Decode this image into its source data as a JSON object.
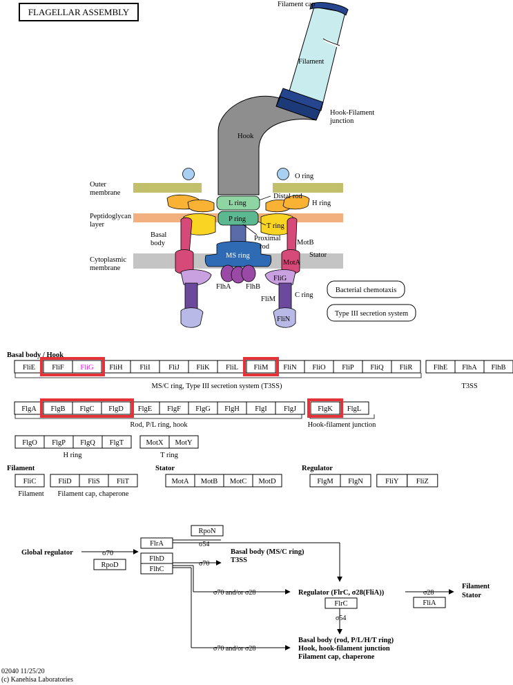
{
  "title": "FLAGELLAR ASSEMBLY",
  "structure_labels": {
    "filament_cap": "Filament cap",
    "filament": "Filament",
    "hook_filament_junction_1": "Hook-Filament",
    "hook_filament_junction_2": "junction",
    "hook": "Hook",
    "o_ring": "O ring",
    "outer_membrane_1": "Outer",
    "outer_membrane_2": "membrane",
    "distal_rod": "Distal rod",
    "h_ring": "H ring",
    "l_ring": "L ring",
    "peptidoglycan_1": "Peptidoglycan",
    "peptidoglycan_2": "layer",
    "p_ring": "P ring",
    "t_ring": "T ring",
    "basal_body_1": "Basal",
    "basal_body_2": "body",
    "proximal_rod_1": "Proximal",
    "proximal_rod_2": "rod",
    "motb": "MotB",
    "stator": "Stator",
    "cytoplasmic_1": "Cytoplasmic",
    "cytoplasmic_2": "membrane",
    "ms_ring": "MS ring",
    "mota": "MotA",
    "flha": "FlhA",
    "flhb": "FlhB",
    "flig": "FliG",
    "flim": "FliM",
    "c_ring": "C ring",
    "flin": "FliN"
  },
  "links": {
    "chemotaxis": "Bacterial chemotaxis",
    "t3ss": "Type III secretion system"
  },
  "sections": {
    "basal_body_hook": "Basal body / Hook",
    "ms_c_ring_caption": "MS/C ring, Type III secretion system (T3SS)",
    "t3ss_caption": "T3SS",
    "rod_caption": "Rod, P/L ring, hook",
    "hook_filament_caption": "Hook-filament junction",
    "h_ring_caption": "H ring",
    "t_ring_caption": "T ring",
    "filament_header": "Filament",
    "filament_caption": "Filament",
    "filament_cap_caption": "Filament cap, chaperone",
    "stator_header": "Stator",
    "regulator_header": "Regulator"
  },
  "genes": {
    "row1": [
      "FliE",
      "FliF",
      "FliG",
      "FliH",
      "FliI",
      "FliJ",
      "FliK",
      "FliL",
      "FliM",
      "FliN",
      "FliO",
      "FliP",
      "FliQ",
      "FliR"
    ],
    "t3ss": [
      "FlhE",
      "FlhA",
      "FlhB"
    ],
    "row2": [
      "FlgA",
      "FlgB",
      "FlgC",
      "FlgD",
      "FlgE",
      "FlgF",
      "FlgG",
      "FlgH",
      "FlgI",
      "FlgJ"
    ],
    "hook_filament": [
      "FlgK",
      "FlgL"
    ],
    "h_ring": [
      "FlgO",
      "FlgP",
      "FlgQ",
      "FlgT"
    ],
    "t_ring": [
      "MotX",
      "MotY"
    ],
    "filament": [
      "FliC"
    ],
    "filament_cap": [
      "FliD",
      "FliS",
      "FliT"
    ],
    "stator": [
      "MotA",
      "MotB",
      "MotC",
      "MotD"
    ],
    "regulator": [
      "FlgM",
      "FlgN",
      "FliY",
      "FliZ"
    ]
  },
  "regulation": {
    "global_regulator": "Global regulator",
    "sigma70": "σ70",
    "rpod": "RpoD",
    "flra": "FlrA",
    "rpon": "RpoN",
    "sigma54": "σ54",
    "flhd": "FlhD",
    "flhc": "FlhC",
    "basal_ms_c": "Basal body (MS/C ring)",
    "t3ss": "T3SS",
    "sigma70_or_28": "σ70 and/or σ28",
    "regulator_flrc": "Regulator (FlrC, σ28(FliA))",
    "flrc": "FlrC",
    "sigma28": "σ28",
    "flia": "FliA",
    "filament_out": "Filament",
    "stator_out": "Stator",
    "basal_rod": "Basal body (rod, P/L/H/T ring)",
    "hook_junction": "Hook, hook-filament junction",
    "filament_cap": "Filament cap, chaperone"
  },
  "footer": {
    "id_date": "02040 11/25/20",
    "copyright": "(c) Kanehisa Laboratories"
  },
  "colors": {
    "highlight_border": "#e53238",
    "highlight_text": "#ff00ff",
    "filament": "#c9ecee",
    "hook": "#8e8e8e",
    "hook_junction": "#25468e",
    "outer_membrane": "#c2c06a",
    "peptidoglycan": "#f2b07e",
    "cytoplasmic_membrane": "#c4c4c4",
    "l_ring": "#8fd4a3",
    "p_ring": "#5cb890",
    "h_ring": "#f9b233",
    "t_ring": "#f9d423",
    "ms_ring": "#2f6bb5",
    "mot": "#d64a7a",
    "flhab": "#9a4aa6",
    "flig": "#c9a0e0",
    "flim": "#6b4a9e",
    "flin": "#b9b9e8",
    "o_ring": "#a9d0f0"
  }
}
